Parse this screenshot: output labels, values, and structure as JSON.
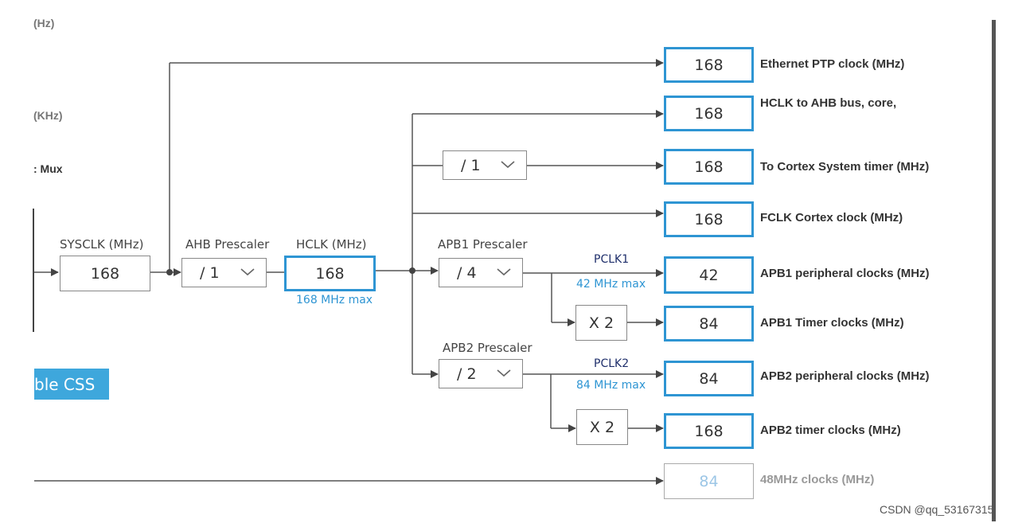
{
  "left_fragments": {
    "khz_top": "(Hz)",
    "khz_mid": "(KHz)",
    "mux": ": Mux"
  },
  "sysclk": {
    "label": "SYSCLK (MHz)",
    "value": "168"
  },
  "ahb_prescaler": {
    "label": "AHB Prescaler",
    "value": "/ 1"
  },
  "hclk": {
    "label": "HCLK (MHz)",
    "value": "168",
    "max": "168 MHz max"
  },
  "apb1_prescaler": {
    "label": "APB1 Prescaler",
    "value": "/ 4"
  },
  "apb2_prescaler": {
    "label": "APB2 Prescaler",
    "value": "/ 2"
  },
  "cortex_prescaler": {
    "value": "/ 1"
  },
  "pclk1": {
    "label": "PCLK1",
    "max": "42 MHz max"
  },
  "pclk2": {
    "label": "PCLK2",
    "max": "84 MHz max"
  },
  "apb1_timer_mult": "X 2",
  "apb2_timer_mult": "X 2",
  "outputs": {
    "eth_ptp": {
      "value": "168",
      "label": "Ethernet PTP clock (MHz)"
    },
    "hclk_ahb": {
      "value": "168",
      "label": "HCLK to AHB bus, core, memory and DMA (MHz)"
    },
    "cortex_timer": {
      "value": "168",
      "label": "To Cortex System timer (MHz)"
    },
    "fclk": {
      "value": "168",
      "label": "FCLK Cortex clock (MHz)"
    },
    "apb1_periph": {
      "value": "42",
      "label": "APB1 peripheral clocks (MHz)"
    },
    "apb1_timer": {
      "value": "84",
      "label": "APB1 Timer clocks (MHz)"
    },
    "apb2_periph": {
      "value": "84",
      "label": "APB2 peripheral clocks (MHz)"
    },
    "apb2_timer": {
      "value": "168",
      "label": "APB2 timer clocks (MHz)"
    },
    "clk48": {
      "value": "84",
      "label": "48MHz clocks (MHz)"
    }
  },
  "css_button": "ble CSS",
  "watermark": "CSDN @qq_53167315",
  "colors": {
    "accent": "#2e95d3",
    "button": "#3ea7dc",
    "line": "#555555"
  }
}
